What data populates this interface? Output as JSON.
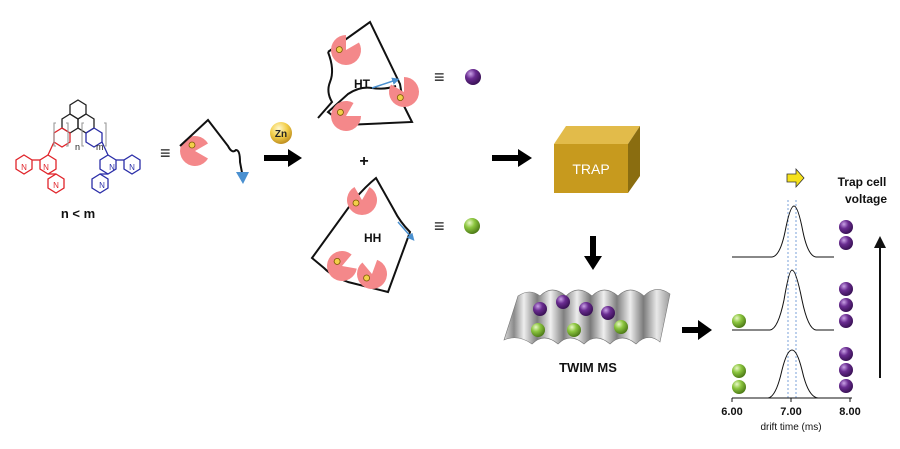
{
  "molecule": {
    "n_label": "n",
    "m_label": "m",
    "condition": "n < m",
    "n_atom": "N"
  },
  "zinc": {
    "label": "Zn"
  },
  "assemblies": {
    "ht_label": "HT",
    "plus": "+",
    "hh_label": "HH"
  },
  "equiv_symbol": "≡",
  "trap": {
    "label": "TRAP"
  },
  "twim": {
    "label": "TWIM MS"
  },
  "plot": {
    "title_line1": "Trap cell",
    "title_line2": "voltage",
    "xlabel": "drift time (ms)",
    "xticks": [
      "6.00",
      "7.00",
      "8.00"
    ]
  },
  "colors": {
    "red": "#e0242a",
    "blue": "#2b2ea8",
    "pacman": "#f4888a",
    "purple": "#6a2c91",
    "green": "#8cc63f",
    "gold": "#c8a020",
    "arrow_blue": "#4a90d0"
  },
  "icons": [
    "pacman-icon",
    "zinc-ion-icon",
    "purple-sphere-icon",
    "green-sphere-icon",
    "right-arrow-icon",
    "down-arrow-icon",
    "up-arrow-icon",
    "trap-cube-icon",
    "twim-wave-icon"
  ]
}
